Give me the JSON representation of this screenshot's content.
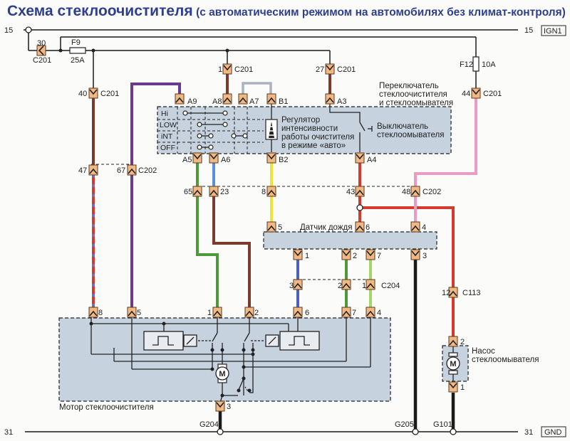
{
  "title": {
    "main": "Схема стеклоочистителя",
    "sub": "(с автоматическим режимом на автомобилях без климат-контроля)"
  },
  "rails": {
    "top_left": "15",
    "top_right": "15",
    "top_tag": "IGN1",
    "bottom_left": "31",
    "bottom_right": "31",
    "bottom_tag": "GND"
  },
  "fuses": {
    "f9": {
      "name": "F9",
      "rating": "25A"
    },
    "f12": {
      "name": "F12",
      "rating": "10A"
    }
  },
  "connectors": {
    "c201_30": {
      "pin": "30",
      "conn": "C201"
    },
    "c201_40": {
      "pin": "40",
      "conn": "C201"
    },
    "c201_1": {
      "pin": "1",
      "conn": "C201"
    },
    "c201_27": {
      "pin": "27",
      "conn": "C201"
    },
    "c201_44": {
      "pin": "44",
      "conn": "C201"
    },
    "c202_47": {
      "pin": "47"
    },
    "c202_67": {
      "pin": "67",
      "conn": "C202"
    },
    "c202_65": {
      "pin": "65"
    },
    "c202_23": {
      "pin": "23"
    },
    "c202_8": {
      "pin": "8"
    },
    "c202_43": {
      "pin": "43"
    },
    "c202_48": {
      "pin": "48",
      "conn": "C202"
    },
    "c204_3": {
      "pin": "3"
    },
    "c204_2": {
      "pin": "2"
    },
    "c204_1": {
      "pin": "1",
      "conn": "C204"
    },
    "c113_12": {
      "pin": "12",
      "conn": "C113"
    }
  },
  "switch_block": {
    "label": [
      "Переключатель",
      "стеклоочистителя",
      "и стеклоомывателя"
    ],
    "pins_top": [
      "A9",
      "A8",
      "A7",
      "B1",
      "A3"
    ],
    "pins_bottom": [
      "A5",
      "A6",
      "B2",
      "A4"
    ],
    "positions": [
      "Hi",
      "LOW",
      "iNT",
      "OFF"
    ],
    "regulator_label": [
      "Регулятор",
      "интенсивности",
      "работы очистителя",
      "в режиме «авто»"
    ],
    "washer_switch_label": [
      "Выключатель",
      "стеклоомывателя"
    ]
  },
  "rain_sensor": {
    "label": "Датчик дождя",
    "pins_top": [
      "5",
      "6",
      "4"
    ],
    "pins_bottom": [
      "1",
      "2",
      "7",
      "3"
    ]
  },
  "wiper_motor": {
    "label": "Мотор стеклоочистителя",
    "pins_top": [
      "8",
      "5",
      "1",
      "2",
      "6",
      "7",
      "4"
    ],
    "pin_bottom": "3",
    "motor_symbol": "M"
  },
  "washer_pump": {
    "label": [
      "Насос",
      "стеклоомывателя"
    ],
    "pin_top": "2",
    "pin_bottom": "1",
    "motor_symbol": "M"
  },
  "grounds": {
    "g204": "G204",
    "g205": "G205",
    "g101": "G101"
  },
  "wire_colors": {
    "black": "#1a1a1a",
    "brown": "#7a3b2c",
    "violet": "#6b3a8e",
    "grey": "#aab3c4",
    "green": "#4e9a3a",
    "blue": "#5b8fd6",
    "yellow": "#f0e238",
    "red": "#d63a2f",
    "pink": "#eb9ac4",
    "light_green": "#a6d66a",
    "dark_blue": "#4a63b8",
    "red_blue_stripe": "#6a6fc2"
  },
  "colors": {
    "title": "#2d3f8e",
    "box_fill": "#c6d2de",
    "connector_fill": "#f0b884"
  }
}
